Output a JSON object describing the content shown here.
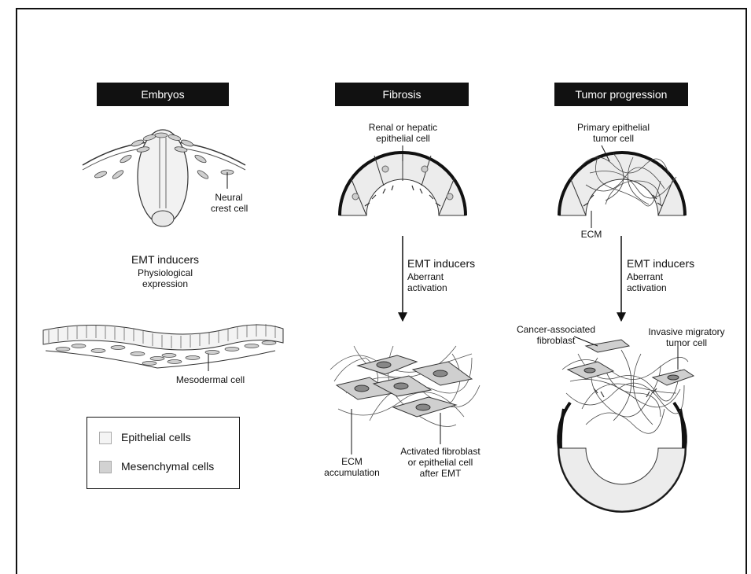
{
  "headers": {
    "embryos": "Embryos",
    "fibrosis": "Fibrosis",
    "tumor": "Tumor progression"
  },
  "embryos": {
    "neural_crest": [
      "Neural",
      "crest cell"
    ],
    "inducers": "EMT inducers",
    "expression": [
      "Physiological",
      "expression"
    ],
    "mesodermal": "Mesodermal cell"
  },
  "fibrosis": {
    "top_cell": [
      "Renal or hepatic",
      "epithelial cell"
    ],
    "inducers": "EMT inducers",
    "activation": [
      "Aberrant",
      "activation"
    ],
    "ecm": [
      "ECM",
      "accumulation"
    ],
    "fibroblast": [
      "Activated fibroblast",
      "or epithelial cell",
      "after EMT"
    ]
  },
  "tumor": {
    "top_cell": [
      "Primary epithelial",
      "tumor cell"
    ],
    "ecm": "ECM",
    "inducers": "EMT inducers",
    "activation": [
      "Aberrant",
      "activation"
    ],
    "caf": [
      "Cancer-associated",
      "fibroblast"
    ],
    "invasive": [
      "Invasive migratory",
      "tumor cell"
    ]
  },
  "legend": {
    "epithelial": "Epithelial cells",
    "mesenchymal": "Mesenchymal cells",
    "epithelial_color": "#f4f4f4",
    "mesenchymal_color": "#d2d2d2"
  }
}
